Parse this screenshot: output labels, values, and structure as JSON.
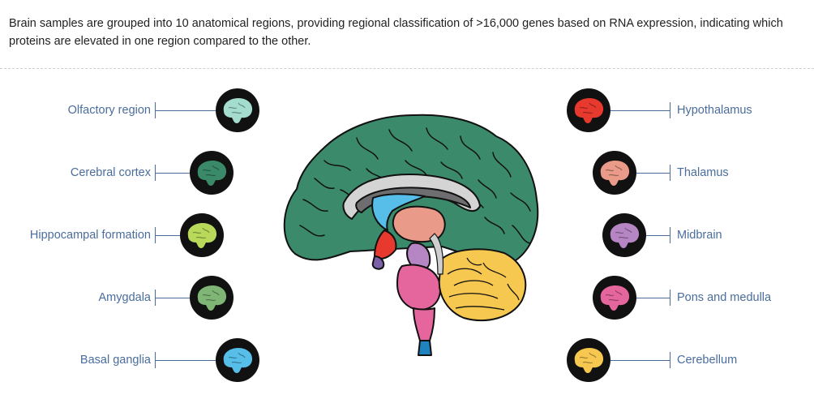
{
  "intro": "Brain samples are grouped into 10 anatomical regions, providing regional classification of >16,000 genes based on RNA expression, indicating which proteins are elevated in one region compared to the other.",
  "regions_left": [
    {
      "id": "olfactory-region",
      "label": "Olfactory region",
      "color": "#a4dccd"
    },
    {
      "id": "cerebral-cortex",
      "label": "Cerebral cortex",
      "color": "#3a8a6a"
    },
    {
      "id": "hippocampal-formation",
      "label": "Hippocampal formation",
      "color": "#b8d95a"
    },
    {
      "id": "amygdala",
      "label": "Amygdala",
      "color": "#7fb575"
    },
    {
      "id": "basal-ganglia",
      "label": "Basal ganglia",
      "color": "#57bde9"
    }
  ],
  "regions_right": [
    {
      "id": "hypothalamus",
      "label": "Hypothalamus",
      "color": "#e8392e"
    },
    {
      "id": "thalamus",
      "label": "Thalamus",
      "color": "#ea9a88"
    },
    {
      "id": "midbrain",
      "label": "Midbrain",
      "color": "#b685c4"
    },
    {
      "id": "pons-and-medulla",
      "label": "Pons and medulla",
      "color": "#e5659d"
    },
    {
      "id": "cerebellum",
      "label": "Cerebellum",
      "color": "#f7c84f"
    }
  ],
  "colors": {
    "label": "#4a6d9c",
    "icon_background": "#111111",
    "cortex": "#3c8a6c",
    "ventricle": "#6e6e70",
    "corpus_callosum": "#cfcfcf",
    "brainstem_blue": "#1f83c0"
  }
}
